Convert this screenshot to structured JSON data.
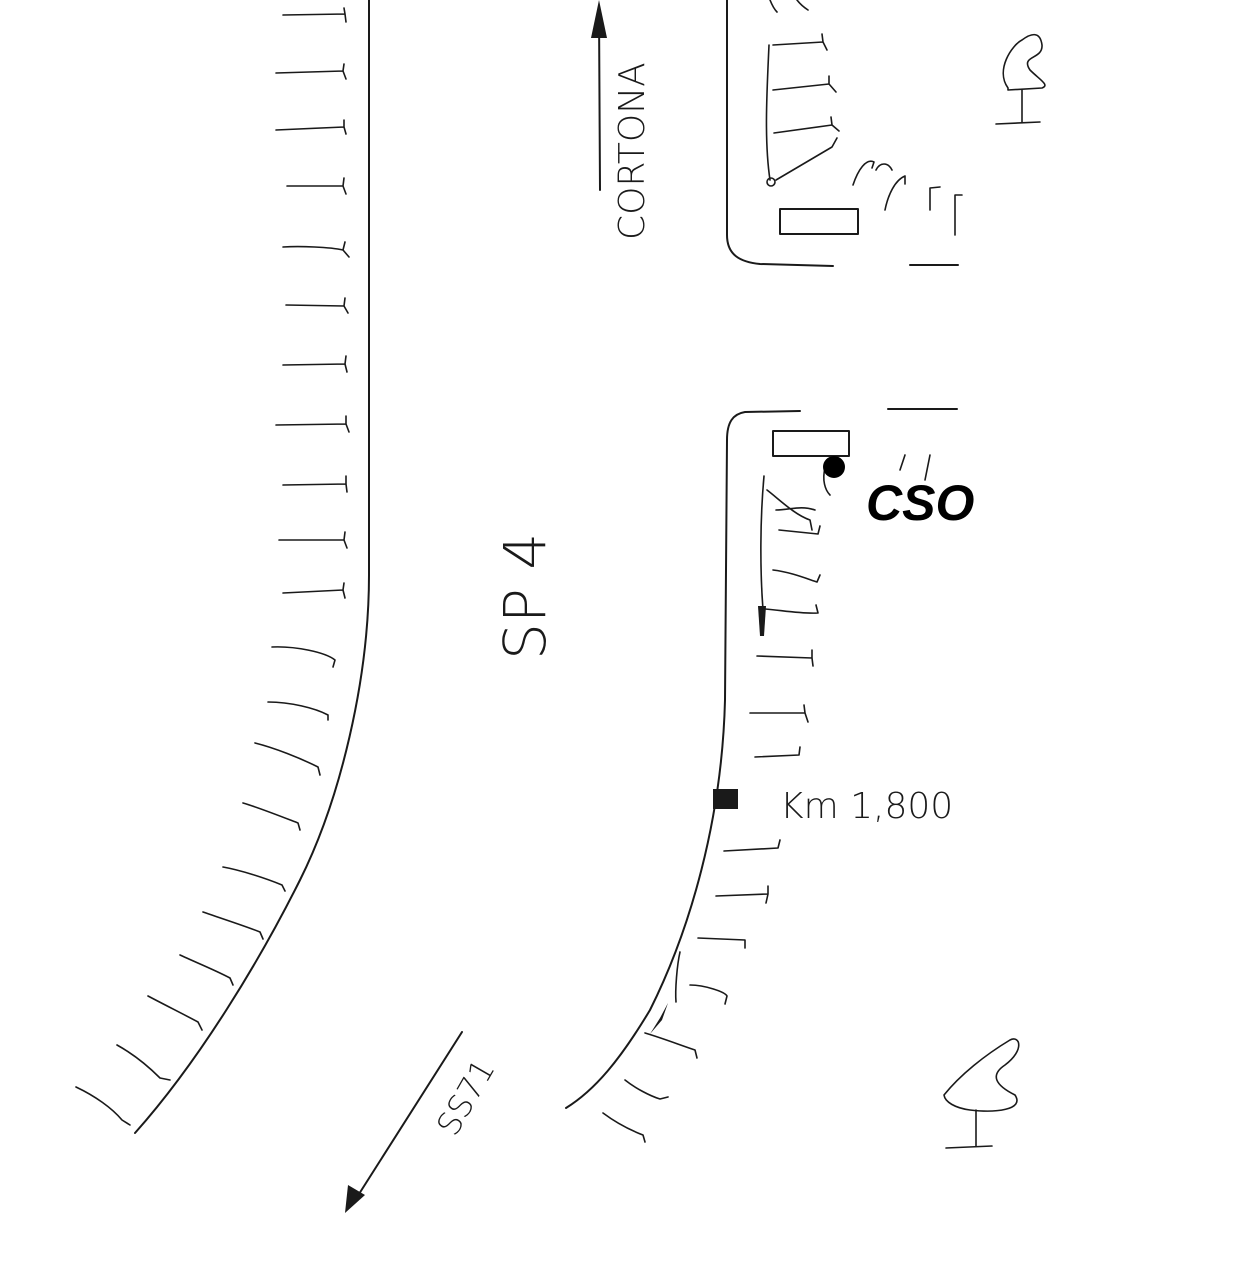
{
  "map": {
    "road_label": "SP 4",
    "north_direction_label": "CORTONA",
    "south_direction_label": "SS71",
    "marker_label": "CSO",
    "km_label": "Km 1,800"
  },
  "colors": {
    "ink": "#1a1a1a",
    "background": "#ffffff"
  },
  "icons": [
    "tree-icon",
    "tree-icon",
    "arrow-up-icon",
    "arrow-down-left-icon",
    "location-dot-icon",
    "milestone-icon"
  ]
}
